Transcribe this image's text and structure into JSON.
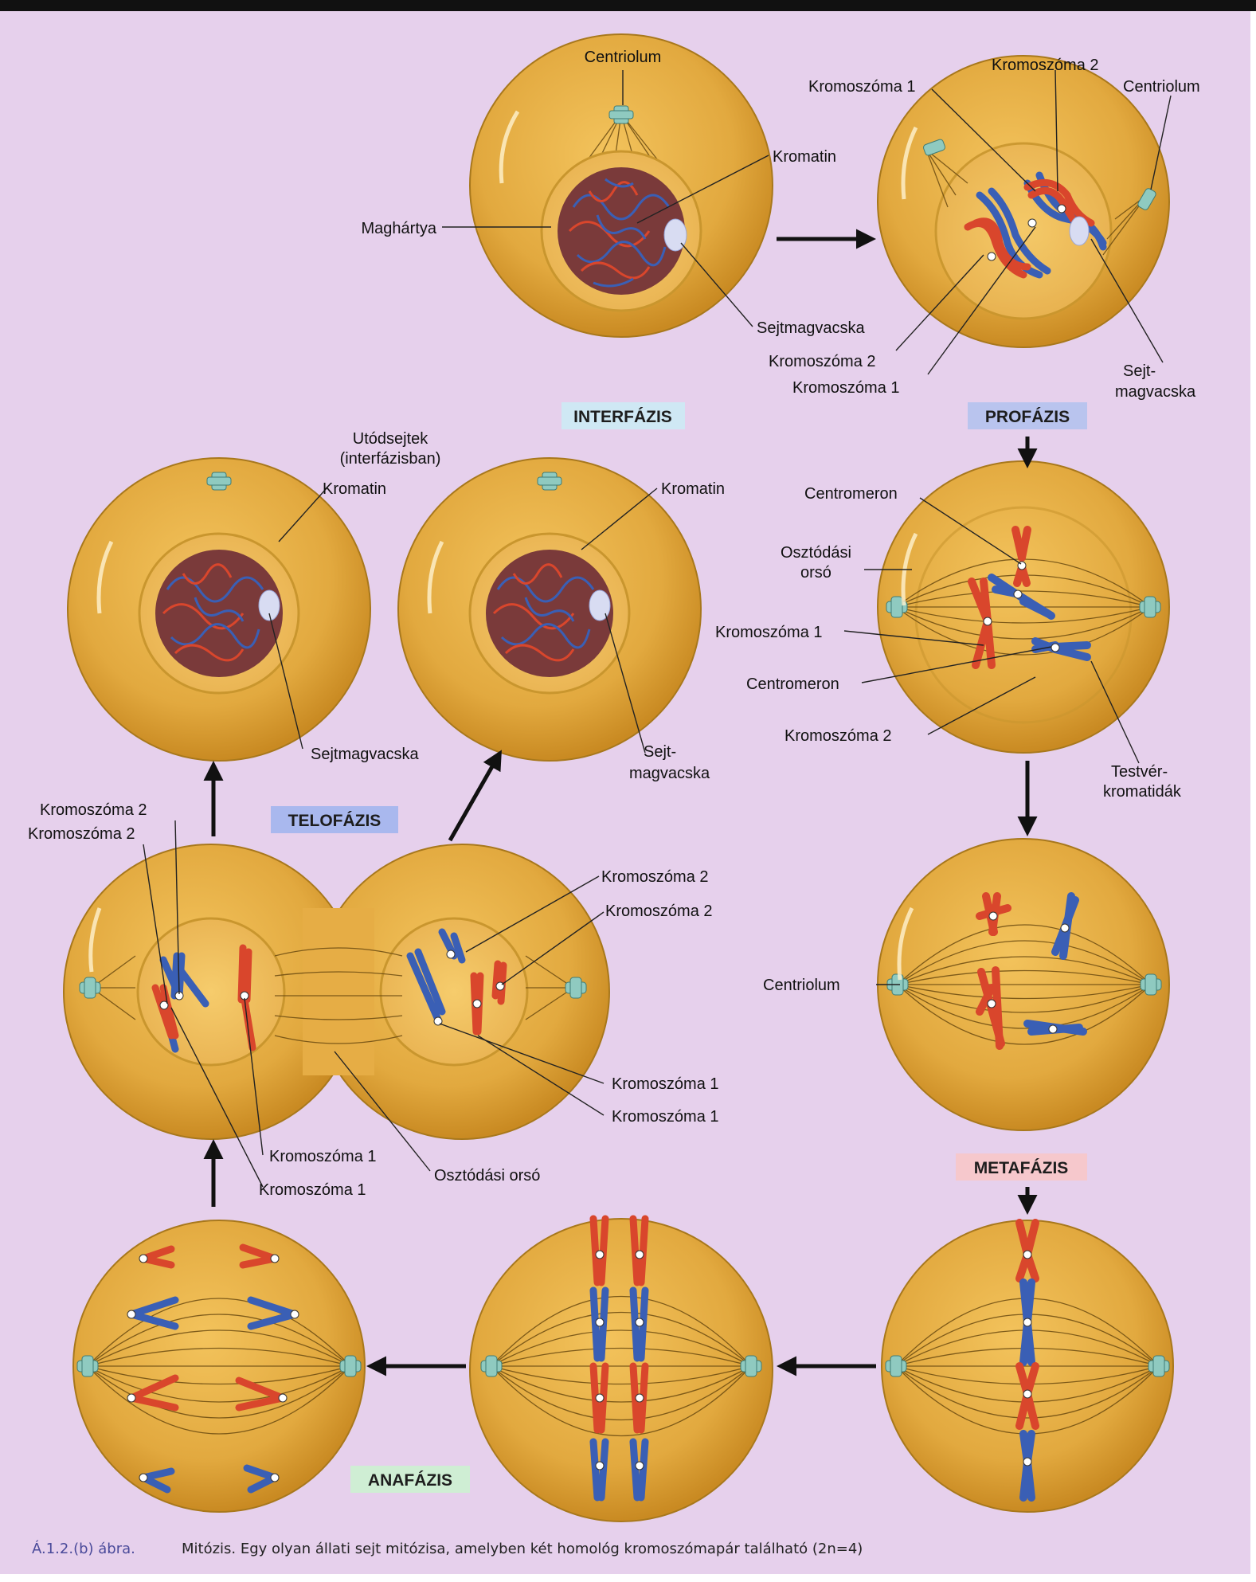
{
  "colors": {
    "background": "#e6d0ec",
    "cell": "#e8b24a",
    "nucleus": "#f0c060",
    "chromosome_red": "#d9462c",
    "chromosome_blue": "#3a5fb5",
    "interfazis_tag": "#cfe8f4",
    "profazis_tag": "#b9c4ee",
    "telofazis_tag": "#a9b8ee",
    "metafazis_tag": "#f6c8cc",
    "anafazis_tag": "#cfeed4"
  },
  "stages": {
    "interfazis": "INTERFÁZIS",
    "profazis": "PROFÁZIS",
    "metafazis": "METAFÁZIS",
    "anafazis": "ANAFÁZIS",
    "telofazis": "TELOFÁZIS"
  },
  "labels": {
    "centriolum": "Centriolum",
    "kromatin": "Kromatin",
    "maghartya": "Maghártya",
    "sejtmagvacska": "Sejtmagvacska",
    "kromoszoma_1": "Kromoszóma 1",
    "kromoszoma_2": "Kromoszóma 2",
    "sejt": "Sejt-",
    "magvacska": "magvacska",
    "utodsejtek_1": "Utódsejtek",
    "utodsejtek_2": "(interfázisban)",
    "centromeron": "Centromeron",
    "osztodasi": "Osztódási",
    "orso": "orsó",
    "testver": "Testvér-",
    "kromatidak": "kromatidák",
    "osztodasi_orso": "Osztódási orsó"
  },
  "caption": {
    "figure": "Á.1.2.(b) ábra.",
    "text": "Mitózis. Egy olyan állati sejt mitózisa, amelyben két homológ kromoszómapár található (2n=4)"
  }
}
